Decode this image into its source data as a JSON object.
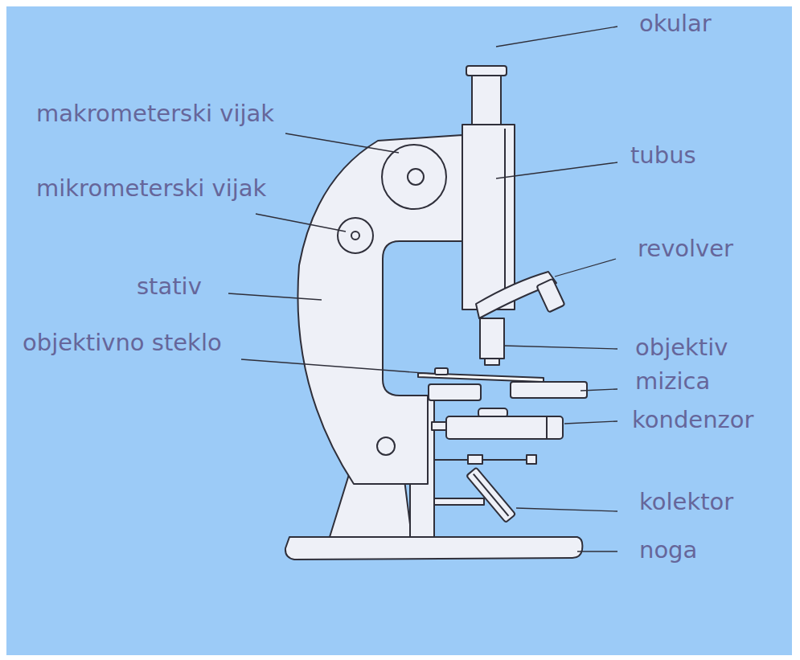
{
  "diagram": {
    "labels": [
      "okular",
      "makrometerski vijak",
      "tubus",
      "mikrometerski vijak",
      "revolver",
      "stativ",
      "objektivno steklo",
      "objektiv",
      "mizica",
      "kondenzor",
      "kolektor",
      "noga"
    ]
  }
}
